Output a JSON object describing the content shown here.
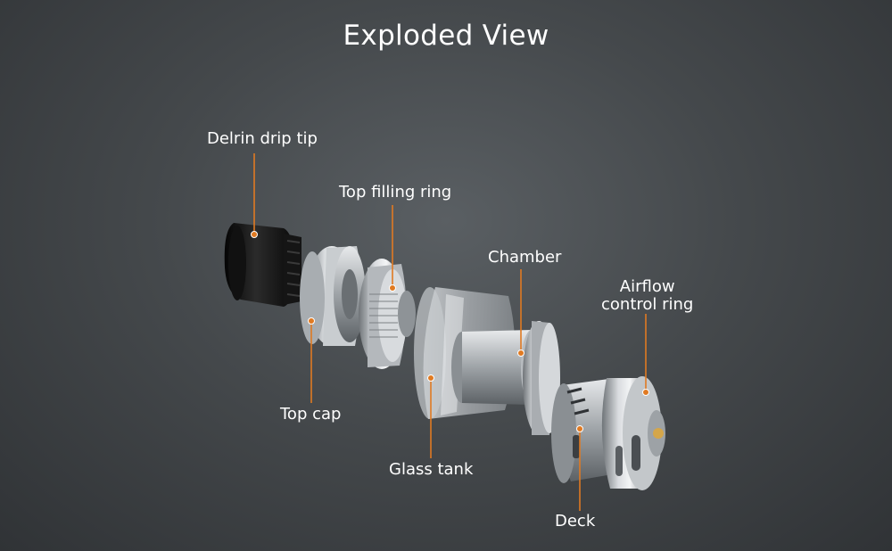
{
  "title": "Exploded View",
  "accent_color": "#e07a22",
  "labels": {
    "drip_tip": "Delrin drip tip",
    "top_filling_ring": "Top filling ring",
    "chamber": "Chamber",
    "airflow_ring": "Airflow\ncontrol ring",
    "top_cap": "Top cap",
    "glass_tank": "Glass tank",
    "deck": "Deck"
  }
}
